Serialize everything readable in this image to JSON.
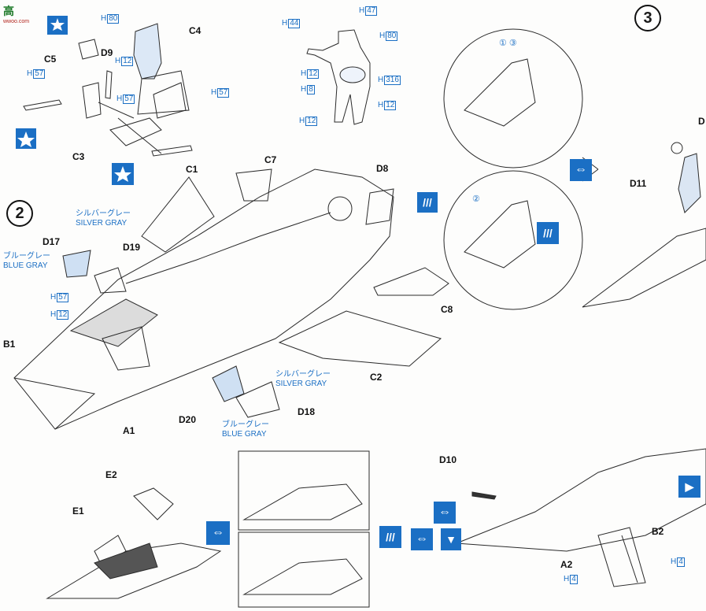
{
  "watermark": {
    "title": "高",
    "sub": "wwoo.com"
  },
  "steps": {
    "two": "2",
    "three": "3"
  },
  "paint": {
    "silver_jp": "シルバーグレー",
    "silver_en": "SILVER GRAY",
    "blue_jp": "ブルーグレー",
    "blue_en": "BLUE GRAY"
  },
  "parts": {
    "C4": "C4",
    "D9": "D9",
    "C5": "C5",
    "C3": "C3",
    "C1": "C1",
    "C7": "C7",
    "D8": "D8",
    "D17": "D17",
    "D19": "D19",
    "B1": "B1",
    "A1": "A1",
    "C8": "C8",
    "C2": "C2",
    "D20": "D20",
    "D18": "D18",
    "D11": "D11",
    "E2": "E2",
    "E1": "E1",
    "D10": "D10",
    "B2": "B2",
    "A2": "A2",
    "D_edge": "D"
  },
  "hcodes": {
    "h80a": "80",
    "h12a": "12",
    "h57a": "57",
    "h57b": "57",
    "h57c": "57",
    "h44": "44",
    "h47": "47",
    "h80b": "80",
    "h12b": "12",
    "h8": "8",
    "h316": "316",
    "h12c": "12",
    "h12d": "12",
    "h57d": "57",
    "h12e": "12",
    "h4a": "4",
    "h4b": "4"
  },
  "h_prefix": "H",
  "circled": {
    "c13": "① ③",
    "c2": "②"
  },
  "colors": {
    "accent": "#1b6fc4",
    "line": "#2a2a2a"
  }
}
